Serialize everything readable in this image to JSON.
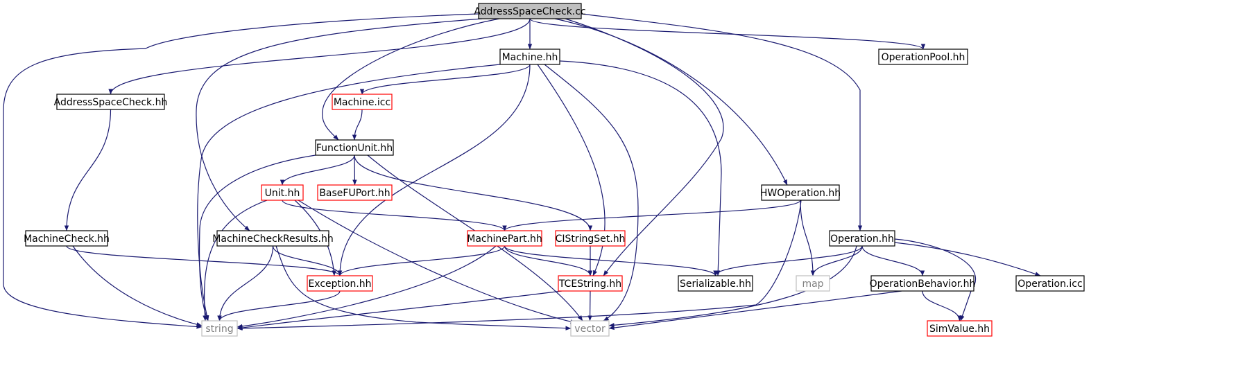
{
  "diagram": {
    "nodes": [
      {
        "id": "root",
        "label": "AddressSpaceCheck.cc",
        "style": "root"
      },
      {
        "id": "machine_hh",
        "label": "Machine.hh",
        "style": "normal"
      },
      {
        "id": "operationpool_hh",
        "label": "OperationPool.hh",
        "style": "normal"
      },
      {
        "id": "addressspacecheck_hh",
        "label": "AddressSpaceCheck.hh",
        "style": "normal"
      },
      {
        "id": "machine_icc",
        "label": "Machine.icc",
        "style": "red"
      },
      {
        "id": "functionunit_hh",
        "label": "FunctionUnit.hh",
        "style": "normal"
      },
      {
        "id": "unit_hh",
        "label": "Unit.hh",
        "style": "red"
      },
      {
        "id": "basefuport_hh",
        "label": "BaseFUPort.hh",
        "style": "red"
      },
      {
        "id": "hwoperation_hh",
        "label": "HWOperation.hh",
        "style": "normal"
      },
      {
        "id": "machinecheck_hh",
        "label": "MachineCheck.hh",
        "style": "normal"
      },
      {
        "id": "machinecheckresults_hh",
        "label": "MachineCheckResults.hh",
        "style": "normal"
      },
      {
        "id": "machinepart_hh",
        "label": "MachinePart.hh",
        "style": "red"
      },
      {
        "id": "cistringset_hh",
        "label": "CIStringSet.hh",
        "style": "red"
      },
      {
        "id": "operation_hh",
        "label": "Operation.hh",
        "style": "normal"
      },
      {
        "id": "exception_hh",
        "label": "Exception.hh",
        "style": "red"
      },
      {
        "id": "tcestring_hh",
        "label": "TCEString.hh",
        "style": "red"
      },
      {
        "id": "serializable_hh",
        "label": "Serializable.hh",
        "style": "normal"
      },
      {
        "id": "map",
        "label": "map",
        "style": "gray"
      },
      {
        "id": "operationbehavior_hh",
        "label": "OperationBehavior.hh",
        "style": "normal"
      },
      {
        "id": "operation_icc",
        "label": "Operation.icc",
        "style": "normal"
      },
      {
        "id": "string",
        "label": "string",
        "style": "gray"
      },
      {
        "id": "vector",
        "label": "vector",
        "style": "gray"
      },
      {
        "id": "simvalue_hh",
        "label": "SimValue.hh",
        "style": "red"
      }
    ],
    "edges": [
      {
        "from": "root",
        "to": "machine_hh"
      },
      {
        "from": "root",
        "to": "operationpool_hh"
      },
      {
        "from": "root",
        "to": "addressspacecheck_hh"
      },
      {
        "from": "root",
        "to": "string"
      },
      {
        "from": "root",
        "to": "machinecheckresults_hh"
      },
      {
        "from": "root",
        "to": "functionunit_hh"
      },
      {
        "from": "root",
        "to": "hwoperation_hh"
      },
      {
        "from": "root",
        "to": "tcestring_hh"
      },
      {
        "from": "root",
        "to": "operation_hh"
      },
      {
        "from": "machine_hh",
        "to": "machine_icc"
      },
      {
        "from": "machine_hh",
        "to": "string"
      },
      {
        "from": "machine_hh",
        "to": "exception_hh"
      },
      {
        "from": "machine_hh",
        "to": "tcestring_hh"
      },
      {
        "from": "machine_hh",
        "to": "vector"
      },
      {
        "from": "machine_hh",
        "to": "serializable_hh"
      },
      {
        "from": "machine_icc",
        "to": "functionunit_hh"
      },
      {
        "from": "addressspacecheck_hh",
        "to": "machinecheck_hh"
      },
      {
        "from": "functionunit_hh",
        "to": "unit_hh"
      },
      {
        "from": "functionunit_hh",
        "to": "basefuport_hh"
      },
      {
        "from": "functionunit_hh",
        "to": "string"
      },
      {
        "from": "functionunit_hh",
        "to": "cistringset_hh"
      },
      {
        "from": "functionunit_hh",
        "to": "vector"
      },
      {
        "from": "unit_hh",
        "to": "machinepart_hh"
      },
      {
        "from": "unit_hh",
        "to": "string"
      },
      {
        "from": "unit_hh",
        "to": "exception_hh"
      },
      {
        "from": "unit_hh",
        "to": "vector"
      },
      {
        "from": "hwoperation_hh",
        "to": "machinepart_hh"
      },
      {
        "from": "hwoperation_hh",
        "to": "map"
      },
      {
        "from": "hwoperation_hh",
        "to": "string"
      },
      {
        "from": "machinecheck_hh",
        "to": "exception_hh"
      },
      {
        "from": "machinecheck_hh",
        "to": "string"
      },
      {
        "from": "machinecheckresults_hh",
        "to": "exception_hh"
      },
      {
        "from": "machinecheckresults_hh",
        "to": "string"
      },
      {
        "from": "machinecheckresults_hh",
        "to": "vector"
      },
      {
        "from": "machinepart_hh",
        "to": "exception_hh"
      },
      {
        "from": "machinepart_hh",
        "to": "tcestring_hh"
      },
      {
        "from": "machinepart_hh",
        "to": "serializable_hh"
      },
      {
        "from": "machinepart_hh",
        "to": "string"
      },
      {
        "from": "cistringset_hh",
        "to": "tcestring_hh"
      },
      {
        "from": "exception_hh",
        "to": "string"
      },
      {
        "from": "tcestring_hh",
        "to": "string"
      },
      {
        "from": "tcestring_hh",
        "to": "vector"
      },
      {
        "from": "operation_hh",
        "to": "serializable_hh"
      },
      {
        "from": "operation_hh",
        "to": "map"
      },
      {
        "from": "operation_hh",
        "to": "vector"
      },
      {
        "from": "operation_hh",
        "to": "operationbehavior_hh"
      },
      {
        "from": "operation_hh",
        "to": "operation_icc"
      },
      {
        "from": "operation_hh",
        "to": "simvalue_hh"
      },
      {
        "from": "operationbehavior_hh",
        "to": "vector"
      },
      {
        "from": "operationbehavior_hh",
        "to": "simvalue_hh"
      }
    ]
  },
  "colors": {
    "edge": "#191970",
    "normal_border": "#000000",
    "red_border": "#ff0000",
    "gray_border": "#bfbfbf",
    "gray_text": "#808080",
    "root_fill": "#bfbfbf",
    "node_fill": "#ffffff",
    "text": "#000000"
  }
}
